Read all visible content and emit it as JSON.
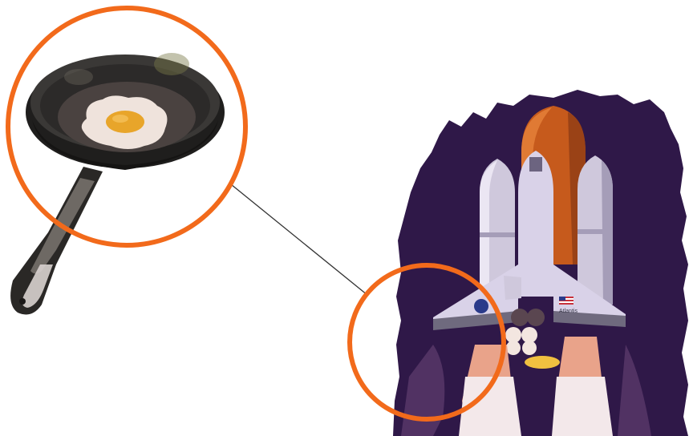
{
  "illustrations": {
    "left": {
      "subject": "frying-pan-with-fried-egg"
    },
    "right": {
      "subject": "space-shuttle-launch",
      "orbiter_name": "Atlantis",
      "agency_logo": "NASA"
    }
  },
  "highlights": {
    "color": "#f26a1b",
    "connector_color": "#333333"
  },
  "colors": {
    "background": "#ffffff",
    "night_sky": "#2f1848",
    "pan": "#2b2a28",
    "egg_white": "#f1e4dd",
    "egg_yolk": "#e8a52a",
    "external_tank": "#c65a1c",
    "orbiter": "#d7d0e6",
    "exhaust": "#e9a38a"
  }
}
